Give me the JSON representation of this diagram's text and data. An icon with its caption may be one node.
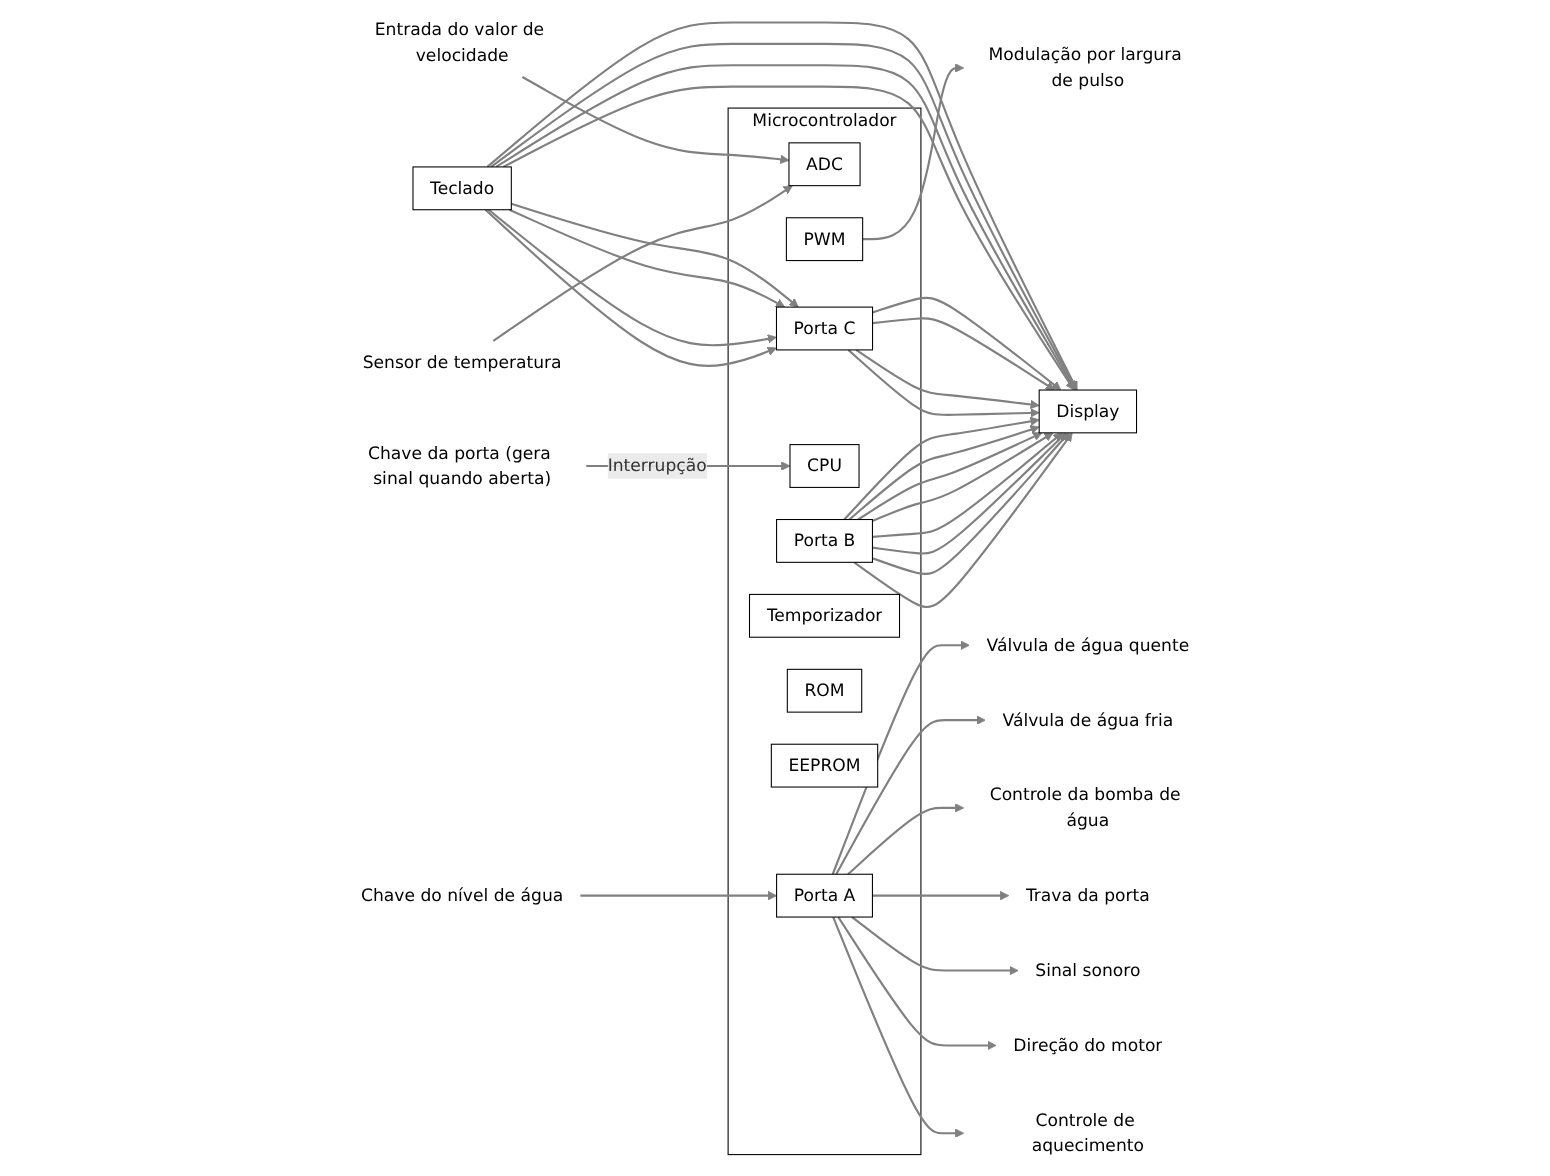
{
  "diagram": {
    "nodes": [
      {
        "text": [
          "Microcontrolador"
        ]
      },
      {
        "text": [
          "ADC"
        ],
        "in": 0
      },
      {
        "text": [
          "Temporizador"
        ],
        "in": 0
      },
      {
        "text": [
          "PWM"
        ],
        "in": 0
      },
      {
        "text": [
          "Porta B"
        ],
        "in": 0
      },
      {
        "text": [
          "CPU"
        ],
        "in": 0
      },
      {
        "text": [
          "ROM"
        ],
        "in": 0
      },
      {
        "text": [
          "EEPROM"
        ],
        "in": 0
      },
      {
        "text": [
          "Porta A"
        ],
        "in": 0
      },
      {
        "text": [
          "Porta C"
        ],
        "in": 0
      },
      {
        "text": [
          "Display"
        ]
      },
      {
        "text": [
          "Teclado"
        ]
      },
      {
        "text": [
          "Sensor de temperatura"
        ]
      },
      {
        "text": [
          "Entrada do valor de velocidade"
        ]
      },
      {
        "text": [
          "Modulação por largura de pulso"
        ]
      },
      {
        "text": [
          "Chave da porta (gera sinal quando aberta)"
        ]
      },
      {
        "text": [
          "Chave do nível de água"
        ]
      },
      {
        "text": [
          "Válvula de água quente"
        ]
      },
      {
        "text": [
          "Válvula de água fria"
        ]
      },
      {
        "text": [
          "Controle da bomba de água"
        ]
      },
      {
        "text": [
          "Trava da porta"
        ]
      },
      {
        "text": [
          "Sinal sonoro"
        ]
      },
      {
        "text": [
          "Direção do motor"
        ]
      },
      {
        "text": [
          "Controle de aquecimento"
        ]
      }
    ],
    "edges": [
      {
        "from": 12,
        "to": 1,
        "arrow": "to"
      },
      {
        "from": 13,
        "to": 1,
        "arrow": "to"
      },
      {
        "from": 3,
        "to": 14,
        "arrow": "to"
      },
      {
        "from": 15,
        "to": 5,
        "arrow": "to",
        "label": "Interrupção"
      },
      {
        "from": 16,
        "to": 8,
        "arrow": "to"
      },
      {
        "from": 8,
        "to": 17,
        "arrow": "to"
      },
      {
        "from": 8,
        "to": 18,
        "arrow": "to"
      },
      {
        "from": 8,
        "to": 19,
        "arrow": "to"
      },
      {
        "from": 8,
        "to": 20,
        "arrow": "to"
      },
      {
        "from": 8,
        "to": 21,
        "arrow": "to"
      },
      {
        "from": 8,
        "to": 22,
        "arrow": "to"
      },
      {
        "from": 8,
        "to": 23,
        "arrow": "to"
      },
      {
        "from": 4,
        "to": 10,
        "arrow": "to"
      },
      {
        "from": 4,
        "to": 10,
        "arrow": "to"
      },
      {
        "from": 4,
        "to": 10,
        "arrow": "to"
      },
      {
        "from": 4,
        "to": 10,
        "arrow": "to"
      },
      {
        "from": 4,
        "to": 10,
        "arrow": "to"
      },
      {
        "from": 4,
        "to": 10,
        "arrow": "to"
      },
      {
        "from": 4,
        "to": 10,
        "arrow": "to"
      },
      {
        "from": 4,
        "to": 10,
        "arrow": "to"
      },
      {
        "from": 9,
        "to": 10,
        "arrow": "to"
      },
      {
        "from": 9,
        "to": 10,
        "arrow": "to"
      },
      {
        "from": 9,
        "to": 10,
        "arrow": "to"
      },
      {
        "from": 9,
        "to": 10,
        "arrow": "to"
      },
      {
        "from": 11,
        "to": 10,
        "arrow": "to"
      },
      {
        "from": 11,
        "to": 10,
        "arrow": "to"
      },
      {
        "from": 11,
        "to": 10,
        "arrow": "to"
      },
      {
        "from": 11,
        "to": 10,
        "arrow": "to"
      },
      {
        "from": 11,
        "to": 9,
        "arrow": "to"
      },
      {
        "from": 11,
        "to": 9,
        "arrow": "to"
      },
      {
        "from": 11,
        "to": 9,
        "arrow": "to"
      },
      {
        "from": 11,
        "to": 9,
        "arrow": "to"
      }
    ]
  }
}
